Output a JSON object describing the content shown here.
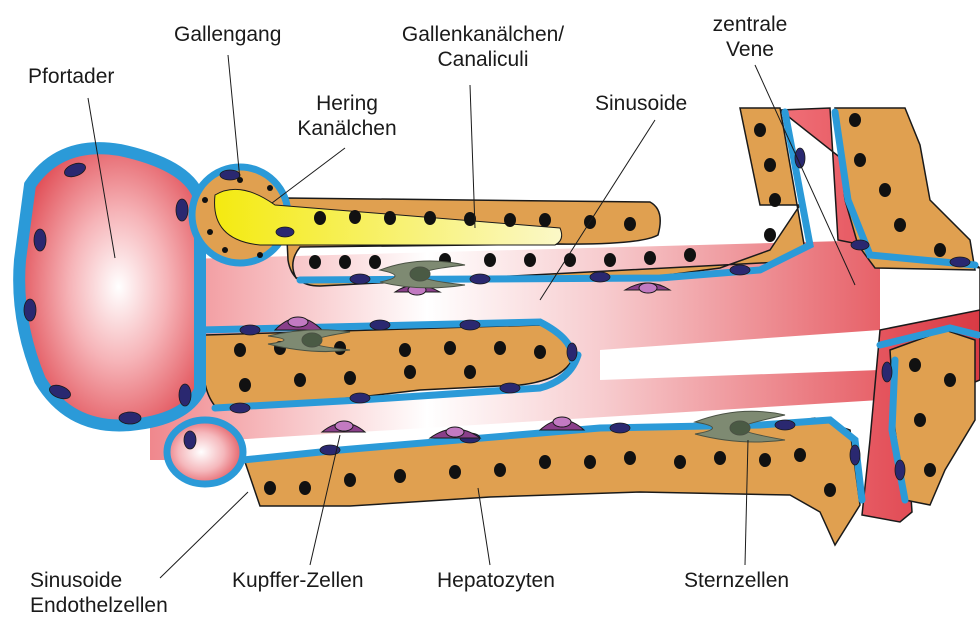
{
  "labels": {
    "pfortader": "Pfortader",
    "gallengang": "Gallengang",
    "canaliculi_line1": "Gallenkanälchen/",
    "canaliculi_line2": "Canaliculi",
    "zentrale_line1": "zentrale",
    "zentrale_line2": "Vene",
    "hering_line1": "Hering",
    "hering_line2": "Kanälchen",
    "sinusoide": "Sinusoide",
    "endothel_line1": "Sinusoide",
    "endothel_line2": "Endothelzellen",
    "kupffer": "Kupffer-Zellen",
    "hepatozyten": "Hepatozyten",
    "sternzellen": "Sternzellen"
  },
  "colors": {
    "hepatocyte": "#E0A050",
    "endothelium": "#2B9AD8",
    "endothelial_nucleus": "#2A2870",
    "blood": "#E04A52",
    "bile": "#F5EE3A",
    "kupffer": "#8A3F8A",
    "stellate": "#7E8A72",
    "outline": "#1a1a1a"
  }
}
